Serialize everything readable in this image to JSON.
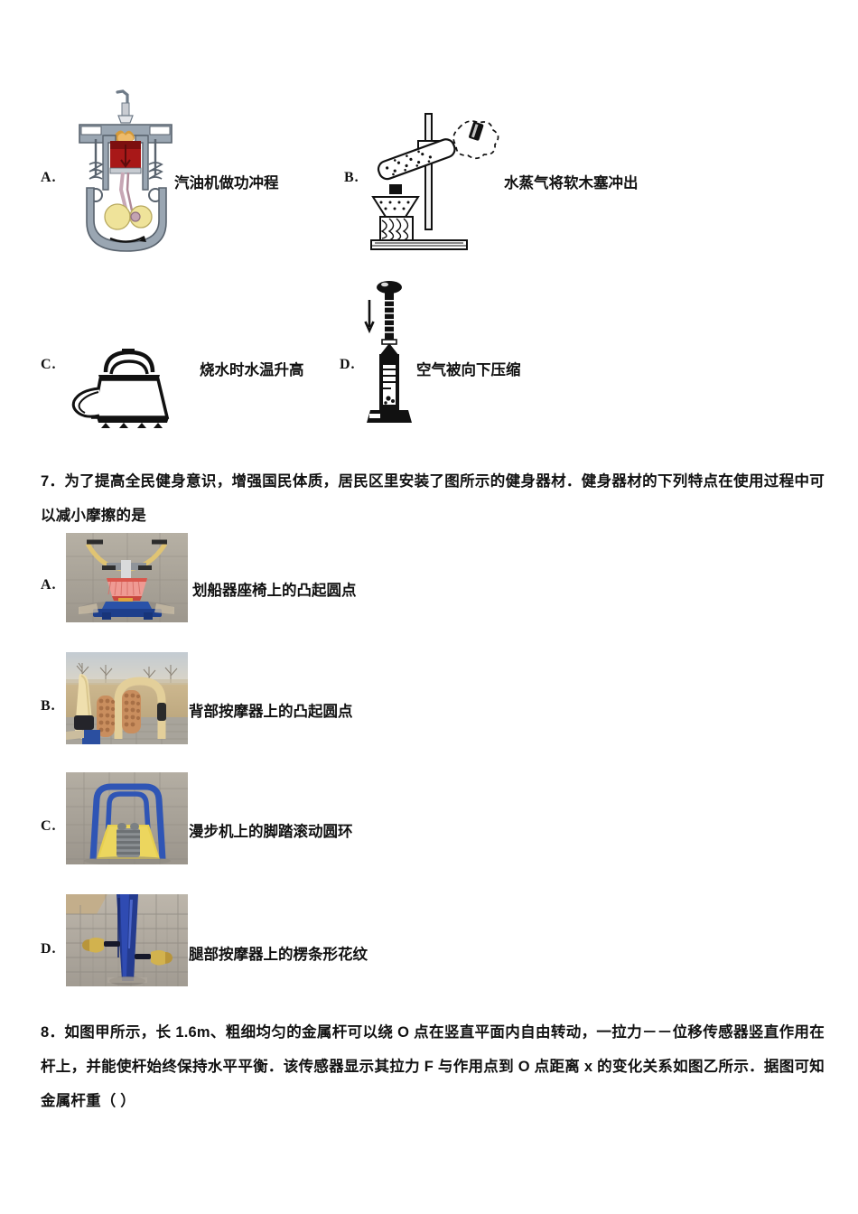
{
  "document": {
    "type": "physics-exam-paper",
    "language": "zh-CN"
  },
  "question6": {
    "options": [
      {
        "letter": "A.",
        "label": "汽油机做功冲程",
        "figure": "gasoline-engine-power-stroke-diagram"
      },
      {
        "letter": "B.",
        "label": "水蒸气将软木塞冲出",
        "figure": "steam-pushing-cork-out-diagram"
      },
      {
        "letter": "C.",
        "label": "烧水时水温升高",
        "figure": "kettle-boiling-water-diagram"
      },
      {
        "letter": "D.",
        "label": "空气被向下压缩",
        "figure": "air-pump-compression-diagram"
      }
    ]
  },
  "question7": {
    "number": "7.",
    "stem": "7．为了提高全民健身意识，增强国民体质，居民区里安装了图所示的健身器材．健身器材的下列特点在使用过程中可以减小摩擦的是",
    "options": [
      {
        "letter": "A.",
        "label": "划船器座椅上的凸起圆点",
        "photo": "rowing-machine-seat-photo"
      },
      {
        "letter": "B.",
        "label": "背部按摩器上的凸起圆点",
        "photo": "back-massager-photo"
      },
      {
        "letter": "C.",
        "label": "漫步机上的脚踏滚动圆环",
        "photo": "elliptical-walker-photo"
      },
      {
        "letter": "D.",
        "label": "腿部按摩器上的楞条形花纹",
        "photo": "leg-massager-photo"
      }
    ]
  },
  "question8": {
    "number": "8.",
    "stem": "8．如图甲所示，长 1.6m、粗细均匀的金属杆可以绕 O 点在竖直平面内自由转动，一拉力－－位移传感器竖直作用在杆上，并能使杆始终保持水平平衡．该传感器显示其拉力 F 与作用点到 O 点距离 x 的变化关系如图乙所示．据图可知金属杆重（ ）"
  },
  "colors": {
    "text": "#111111",
    "page_background": "#ffffff",
    "engine_body": "#8e9aa6",
    "engine_piston": "#b51f1f",
    "engine_crank": "#f0e28a",
    "photo_blue": "#2b3f96",
    "photo_yellow": "#e8c877",
    "photo_pavement": "#a9a59c"
  }
}
